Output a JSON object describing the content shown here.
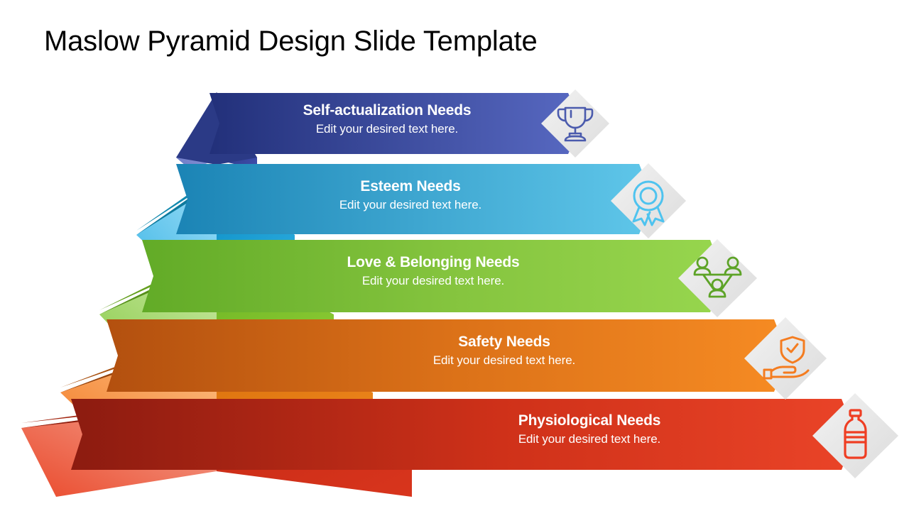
{
  "slide": {
    "title": "Maslow Pyramid Design Slide Template",
    "background_color": "#ffffff"
  },
  "chart_data": {
    "type": "pyramid",
    "title": "Maslow Pyramid Design Slide Template",
    "orientation": "bottom-up",
    "level_count": 5,
    "note": "Maslow hierarchy of needs, 5 stacked 3D frustum levels with labelled banners and diamond icon badges"
  },
  "levels": [
    {
      "index": 1,
      "rank": "top",
      "title": "Self-actualization Needs",
      "subtitle": "Edit your desired text here.",
      "icon": "trophy-icon",
      "icon_color": "#4b5bad",
      "banner_color_start": "#22307a",
      "banner_color_end": "#5566c0",
      "face_left_color": "#8f9ad8",
      "face_left_color_end": "#4a56ae",
      "face_right_color": "#1f2a6e",
      "face_right_color_end": "#3e4da8",
      "bevel_color": "#2b3a86"
    },
    {
      "index": 2,
      "rank": "second",
      "title": "Esteem Needs",
      "subtitle": "Edit your desired text here.",
      "icon": "award-ribbon-icon",
      "icon_color": "#4ec3ef",
      "banner_color_start": "#1b84b5",
      "banner_color_end": "#5ec5e8",
      "face_left_color": "#9bddf5",
      "face_left_color_end": "#43b8e6",
      "face_right_color": "#0e8fc4",
      "face_right_color_end": "#23a5d8",
      "bevel_color": "#127b9e"
    },
    {
      "index": 3,
      "rank": "middle",
      "title": "Love & Belonging Needs",
      "subtitle": "Edit your desired text here.",
      "icon": "people-network-icon",
      "icon_color": "#5da327",
      "banner_color_start": "#62ab27",
      "banner_color_end": "#93d44b",
      "face_left_color": "#c7e8a0",
      "face_left_color_end": "#8fcd51",
      "face_right_color": "#6db323",
      "face_right_color_end": "#88c832",
      "bevel_color": "#5a8f1d"
    },
    {
      "index": 4,
      "rank": "fourth",
      "title": "Safety Needs",
      "subtitle": "Edit your desired text here.",
      "icon": "hand-shield-icon",
      "icon_color": "#f47c20",
      "banner_color_start": "#b3500f",
      "banner_color_end": "#f58220",
      "face_left_color": "#fbc38b",
      "face_left_color_end": "#f58634",
      "face_right_color": "#d96f0c",
      "face_right_color_end": "#e8821a",
      "bevel_color": "#9c4a10"
    },
    {
      "index": 5,
      "rank": "base",
      "title": "Physiological Needs",
      "subtitle": "Edit your desired text here.",
      "icon": "water-bottle-icon",
      "icon_color": "#ef3e23",
      "banner_color_start": "#8c1b10",
      "banner_color_end": "#e8402a",
      "face_left_color": "#f3a393",
      "face_left_color_end": "#ea4a2c",
      "face_right_color": "#c92a15",
      "face_right_color_end": "#d6331c",
      "bevel_color": "#8d1f10"
    }
  ]
}
